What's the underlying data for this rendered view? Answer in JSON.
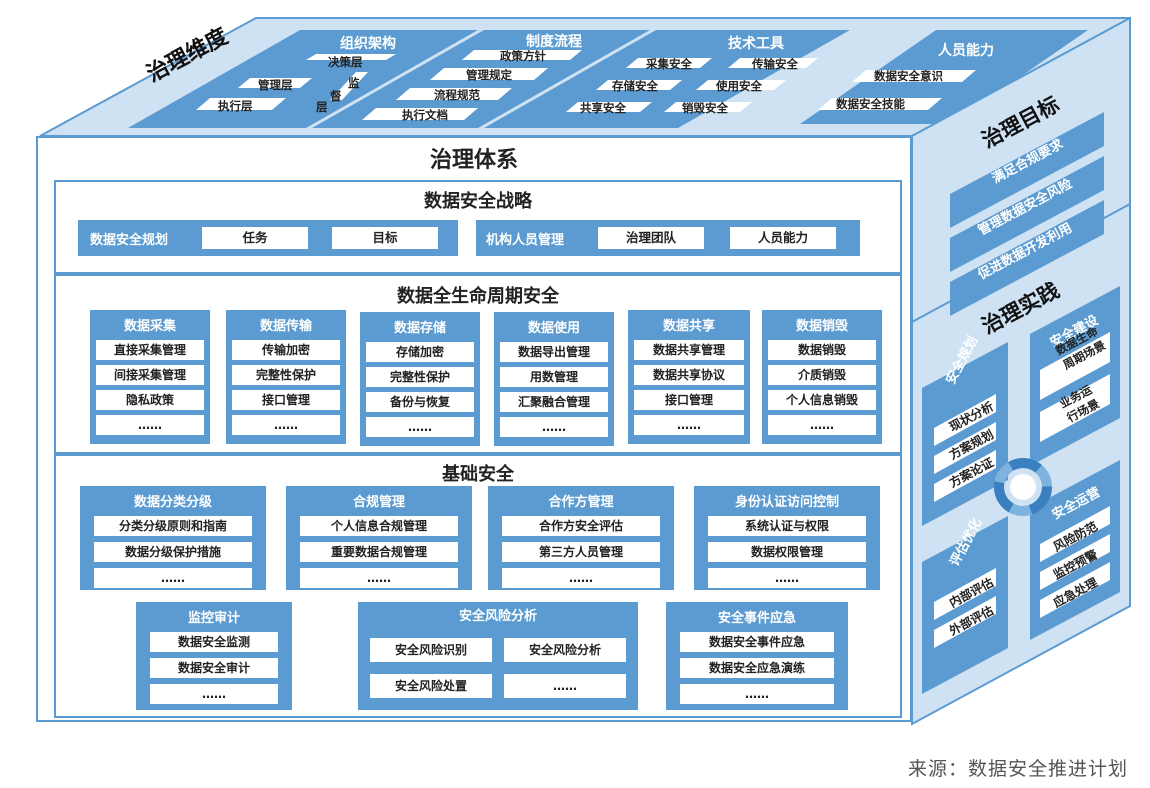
{
  "top": {
    "title": "治理维度",
    "org": {
      "title": "组织架构",
      "items": [
        "决策层",
        "管理层",
        "执行层"
      ],
      "side": [
        "监",
        "督",
        "层"
      ]
    },
    "process": {
      "title": "制度流程",
      "items": [
        "政策方针",
        "管理规定",
        "流程规范",
        "执行文档"
      ]
    },
    "tools": {
      "title": "技术工具",
      "items": [
        "采集安全",
        "传输安全",
        "存储安全",
        "使用安全",
        "共享安全",
        "销毁安全"
      ]
    },
    "people": {
      "title": "人员能力",
      "items": [
        "数据安全意识",
        "数据安全技能"
      ]
    }
  },
  "right": {
    "goal_title": "治理目标",
    "goals": [
      "满足合规要求",
      "管理数据安全风险",
      "促进数据开发利用"
    ],
    "practice_title": "治理实践",
    "plan": {
      "title": "安全规划",
      "items": [
        "现状分析",
        "方案规划",
        "方案论证"
      ]
    },
    "build": {
      "title": "安全建设",
      "items": [
        "数据生命周期场景",
        "业务运行场景"
      ]
    },
    "eval": {
      "title": "评估优化",
      "items": [
        "内部评估",
        "外部评估"
      ]
    },
    "ops": {
      "title": "安全运营",
      "items": [
        "风险防范",
        "监控预警",
        "应急处理"
      ]
    }
  },
  "front": {
    "title": "治理体系",
    "strategy": {
      "title": "数据安全战略",
      "plan_label": "数据安全规划",
      "plan_items": [
        "任务",
        "目标"
      ],
      "org_label": "机构人员管理",
      "org_items": [
        "治理团队",
        "人员能力"
      ]
    },
    "lifecycle": {
      "title": "数据全生命周期安全",
      "columns": [
        {
          "title": "数据采集",
          "items": [
            "直接采集管理",
            "间接采集管理",
            "隐私政策",
            "……"
          ]
        },
        {
          "title": "数据传输",
          "items": [
            "传输加密",
            "完整性保护",
            "接口管理",
            "……"
          ]
        },
        {
          "title": "数据存储",
          "items": [
            "存储加密",
            "完整性保护",
            "备份与恢复",
            "……"
          ]
        },
        {
          "title": "数据使用",
          "items": [
            "数据导出管理",
            "用数管理",
            "汇聚融合管理",
            "……"
          ]
        },
        {
          "title": "数据共享",
          "items": [
            "数据共享管理",
            "数据共享协议",
            "接口管理",
            "……"
          ]
        },
        {
          "title": "数据销毁",
          "items": [
            "数据销毁",
            "介质销毁",
            "个人信息销毁",
            "……"
          ]
        }
      ]
    },
    "base": {
      "title": "基础安全",
      "row1": [
        {
          "title": "数据分类分级",
          "items": [
            "分类分级原则和指南",
            "数据分级保护措施",
            "……"
          ]
        },
        {
          "title": "合规管理",
          "items": [
            "个人信息合规管理",
            "重要数据合规管理",
            "……"
          ]
        },
        {
          "title": "合作方管理",
          "items": [
            "合作方安全评估",
            "第三方人员管理",
            "……"
          ]
        },
        {
          "title": "身份认证访问控制",
          "items": [
            "系统认证与权限",
            "数据权限管理",
            "……"
          ]
        }
      ],
      "monitor": {
        "title": "监控审计",
        "items": [
          "数据安全监测",
          "数据安全审计",
          "……"
        ]
      },
      "risk": {
        "title": "安全风险分析",
        "items": [
          "安全风险识别",
          "安全风险分析",
          "安全风险处置",
          "……"
        ]
      },
      "incident": {
        "title": "安全事件应急",
        "items": [
          "数据安全事件应急",
          "数据安全应急演练",
          "……"
        ]
      }
    }
  },
  "source": "来源：数据安全推进计划",
  "colors": {
    "blue": "#5b9bd1",
    "dark": "#3a7fc0",
    "light": "#cfe2f3"
  }
}
